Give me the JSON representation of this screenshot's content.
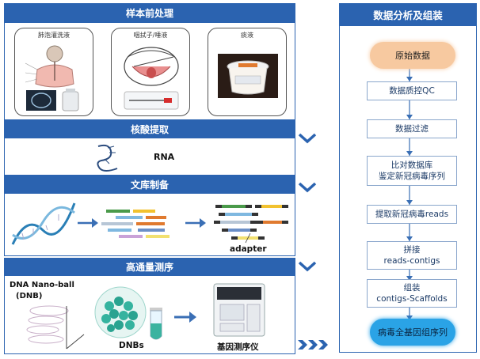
{
  "left": {
    "sample": {
      "title": "样本前处理",
      "cards": [
        {
          "label": "肺泡灌洗液"
        },
        {
          "label": "咽拭子/唾液"
        },
        {
          "label": "痰液"
        }
      ]
    },
    "extraction": {
      "title": "核酸提取",
      "rna_label": "RNA"
    },
    "library": {
      "title": "文库制备",
      "adapter_label": "adapter"
    },
    "sequencing": {
      "title": "高通量测序",
      "dna_label_line1": "DNA Nano-ball",
      "dna_label_line2": "(DNB)",
      "dnbs_label": "DNBs",
      "sequencer_label": "基因测序仪"
    }
  },
  "right": {
    "title": "数据分析及组装",
    "start": "原始数据",
    "steps": [
      {
        "line1": "数据质控QC",
        "line2": ""
      },
      {
        "line1": "数据过滤",
        "line2": ""
      },
      {
        "line1": "比对数据库",
        "line2": "鉴定新冠病毒序列"
      },
      {
        "line1": "提取新冠病毒reads",
        "line2": ""
      },
      {
        "line1": "拼接",
        "line2": "reads-contigs"
      },
      {
        "line1": "组装",
        "line2": "contigs-Scaffolds"
      }
    ],
    "end": "病毒全基因组序列"
  },
  "colors": {
    "band": "#2b63b0",
    "start_fill": "#f7c9a0",
    "end_fill": "#2aa3e6",
    "chevron": "#2b63b0",
    "arrow": "#3a6fb5"
  }
}
